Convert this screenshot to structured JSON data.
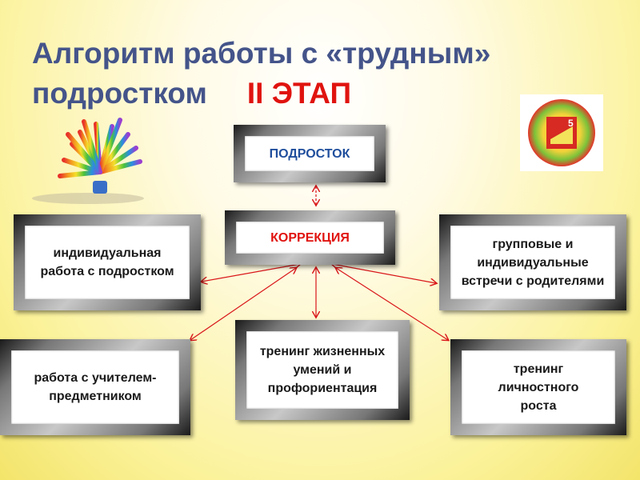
{
  "title": {
    "line1": "Алгоритм работы с «трудным»",
    "line2": "подростком",
    "stage": "II ЭТАП"
  },
  "boxes": {
    "teen": "ПОДРОСТОК",
    "correction": "КОРРЕКЦИЯ",
    "individual": "индивидуальная работа с подростком",
    "parents": "групповые и индивидуальные встречи с родителями",
    "teacher": "работа с учителем-предметником",
    "training_life": "тренинг жизненных умений и профориентация",
    "training_growth": "тренинг личностного роста"
  },
  "emblem": {
    "number": "5"
  },
  "colors": {
    "title": "#44548a",
    "stage": "#e0130f",
    "box_blue": "#1f4e9c",
    "box_red": "#e0130f",
    "arrows": "#d9161a"
  }
}
